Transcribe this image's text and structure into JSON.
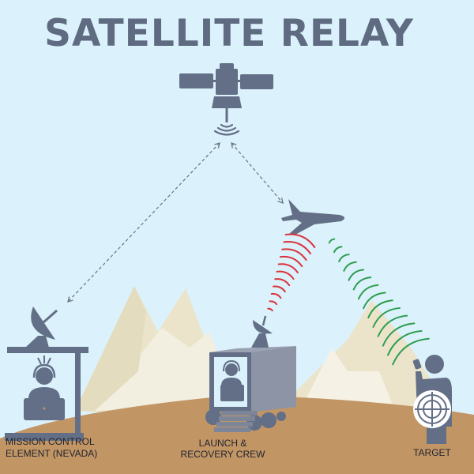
{
  "title": "SATELLITE RELAY",
  "labels": {
    "mission_control": [
      "MISSION CONTROL",
      "ELEMENT (NEVADA)"
    ],
    "launch_recovery": [
      "LAUNCH &",
      "RECOVERY CREW"
    ],
    "target": "TARGET"
  },
  "colors": {
    "sky": "#dbf1fb",
    "icon": "#636f86",
    "ground": "#c29565",
    "mountain": "#ece5cc",
    "signal_red": "#d9343a",
    "signal_green": "#2e9e4f",
    "link_dashes": "#6b7285"
  },
  "icons": [
    "satellite-icon",
    "drone-icon",
    "satellite-dish-icon",
    "operator-headset-icon",
    "truck-icon",
    "target-person-icon",
    "crosshair-icon"
  ]
}
